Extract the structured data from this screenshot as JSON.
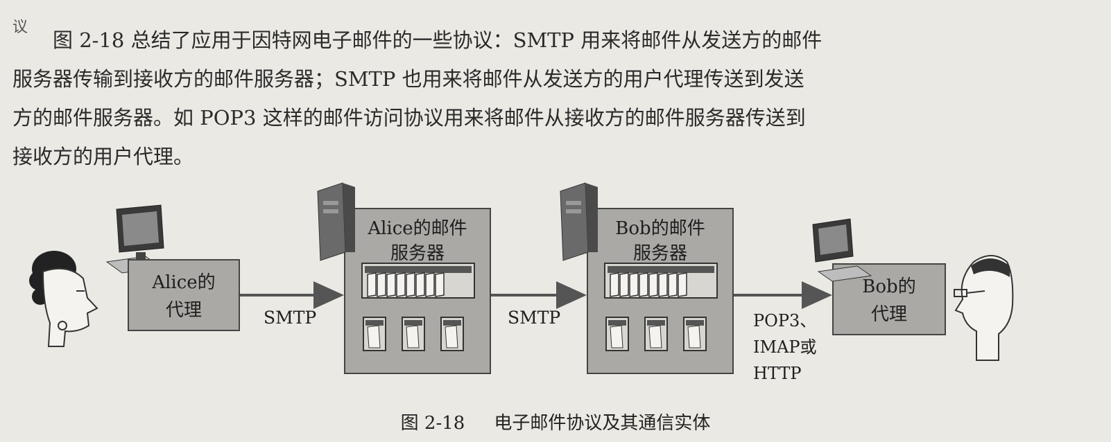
{
  "header_fragment": "议",
  "paragraph": {
    "lines": [
      "图 2-18 总结了应用于因特网电子邮件的一些协议：SMTP 用来将邮件从发送方的邮件",
      "服务器传输到接收方的邮件服务器；SMTP 也用来将邮件从发送方的用户代理传送到发送",
      "方的邮件服务器。如 POP3 这样的邮件访问协议用来将邮件从接收方的邮件服务器传送到",
      "接收方的用户代理。"
    ]
  },
  "diagram": {
    "alice_agent": {
      "line1": "Alice的",
      "line2": "代理"
    },
    "alice_server": {
      "line1": "Alice的邮件",
      "line2": "服务器"
    },
    "bob_server": {
      "line1": "Bob的邮件",
      "line2": "服务器"
    },
    "bob_agent": {
      "line1": "Bob的",
      "line2": "代理"
    },
    "arrow1": "SMTP",
    "arrow2": "SMTP",
    "arrow3": {
      "line1": "POP3、",
      "line2": "IMAP或",
      "line3": "HTTP"
    }
  },
  "caption": {
    "number": "图 2-18",
    "title": "电子邮件协议及其通信实体"
  }
}
